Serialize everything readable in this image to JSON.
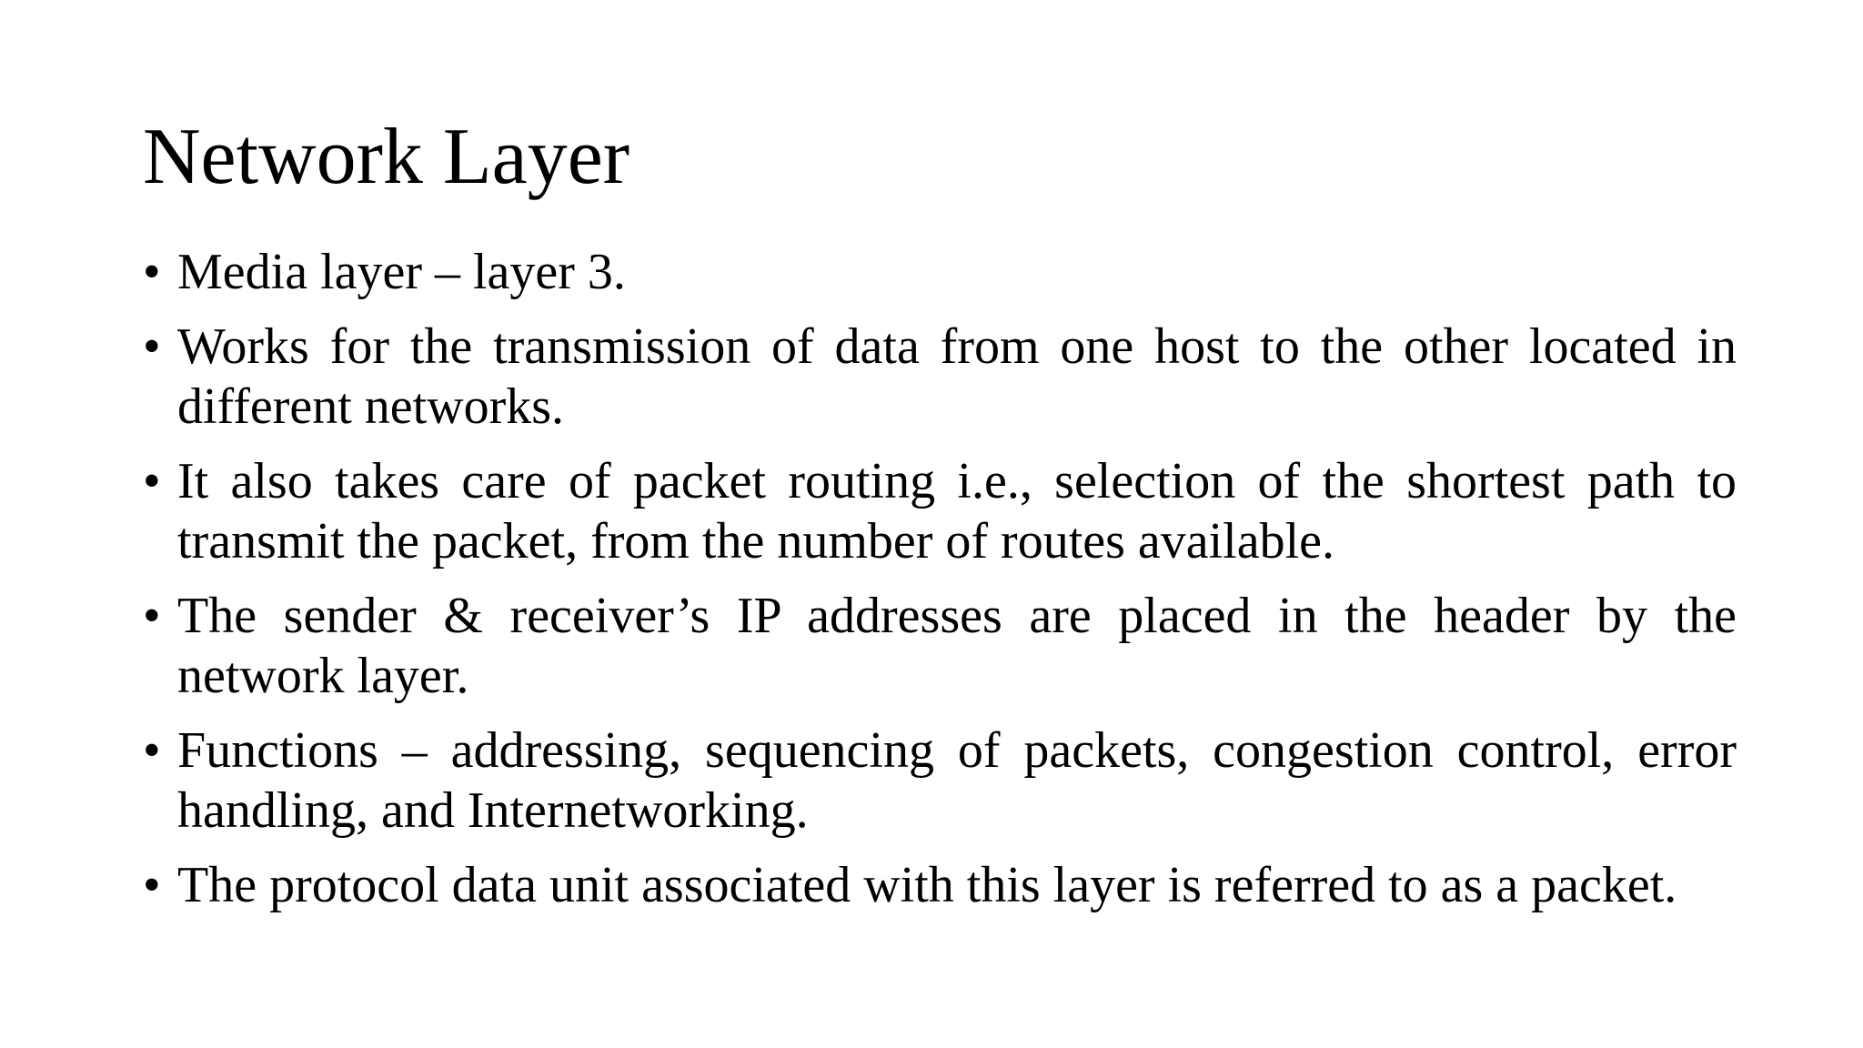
{
  "slide": {
    "title": "Network Layer",
    "bullet_char": "•",
    "bullets": [
      "Media layer – layer 3.",
      "Works for the transmission of data from one host to the other located in different networks.",
      "It also takes care of packet routing i.e., selection of the shortest path to transmit the packet, from the number of routes available.",
      "The sender & receiver’s IP addresses are placed in the header by the network layer.",
      "Functions – addressing, sequencing of packets, congestion control, error handling, and Internetworking.",
      "The protocol data unit associated with this layer is referred to as a packet."
    ]
  }
}
